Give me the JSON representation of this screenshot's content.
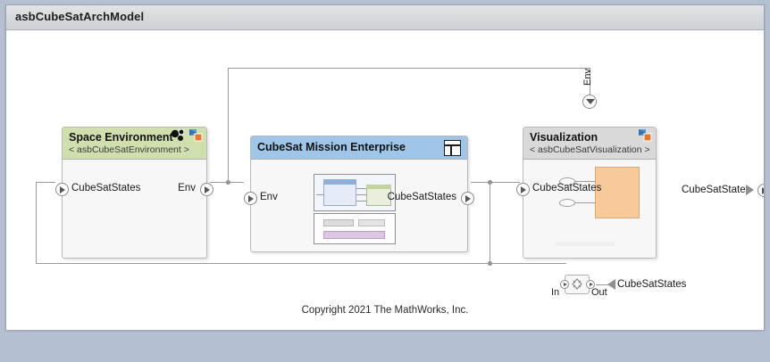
{
  "window": {
    "title": "asbCubeSatArchModel"
  },
  "blocks": {
    "space_environment": {
      "name": "Space Environment",
      "subtitle": "< asbCubeSatEnvironment >",
      "header_color": "#cfdfae",
      "input_port": "CubeSatStates",
      "output_port": "Env",
      "badges": [
        "variant-badge-icon",
        "model-reference-badge-icon"
      ]
    },
    "cubesat_mission": {
      "name": "CubeSat Mission Enterprise",
      "header_color": "#9fc5e8",
      "input_port": "Env",
      "output_port": "CubeSatStates",
      "badges": [
        "subsystem-layout-icon"
      ]
    },
    "visualization": {
      "name": "Visualization",
      "subtitle": "< asbCubeSatVisualization >",
      "header_color": "#d9d9d9",
      "input_port": "CubeSatStates",
      "top_port_label": "Env",
      "badges": [
        "model-reference-badge-icon"
      ]
    },
    "connector": {
      "in_label": "In",
      "out_label": "Out",
      "signal_label": "CubeSatStates"
    },
    "root_output": {
      "label": "CubeSatStates"
    }
  },
  "footer": {
    "copyright": "Copyright 2021 The MathWorks, Inc."
  },
  "colors": {
    "page_background": "#b4c0d2",
    "canvas": "#ffffff",
    "titlebar": "#d6d8db",
    "wire": "#9a9a9a",
    "env_header": "#cfdfae",
    "mission_header": "#9fc5e8",
    "viz_header": "#d9d9d9",
    "viz_shape": "#f8c999"
  }
}
